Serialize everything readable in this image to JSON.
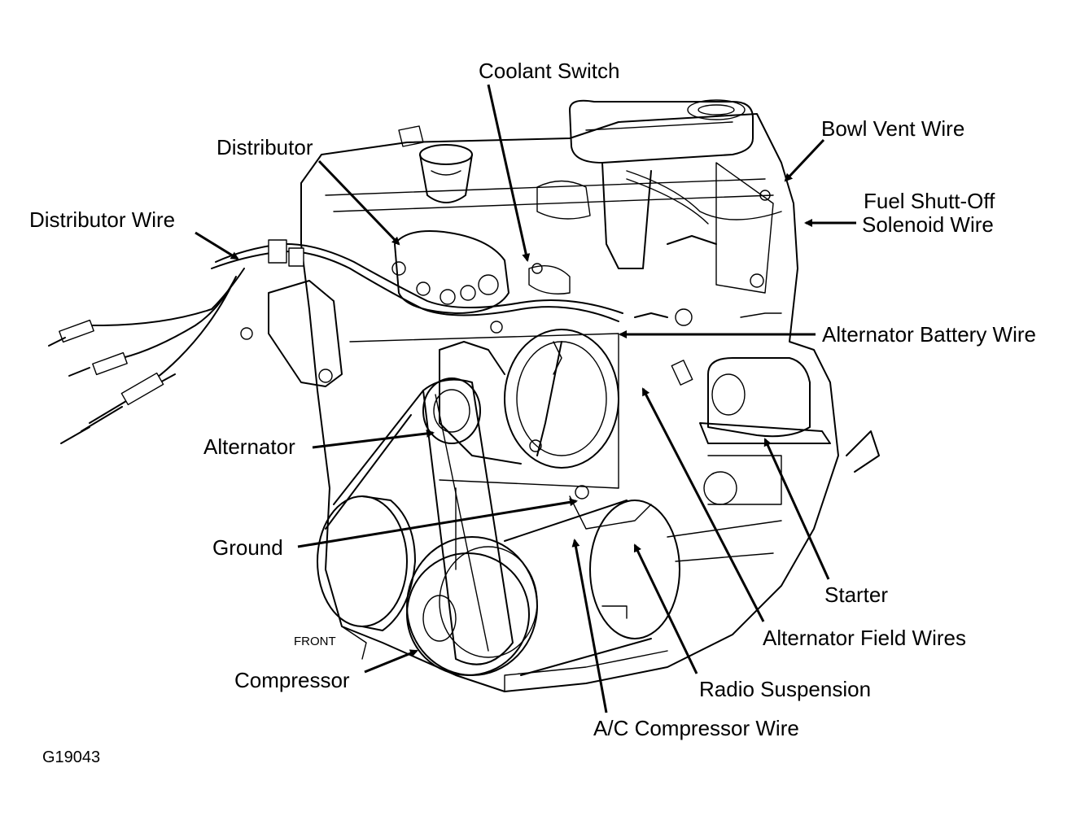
{
  "labels": {
    "coolant_switch": "Coolant Switch",
    "distributor": "Distributor",
    "bowl_vent_wire": "Bowl Vent Wire",
    "fuel_shutoff_line1": "Fuel Shutt-Off",
    "fuel_shutoff_line2": "Solenoid Wire",
    "distributor_wire": "Distributor Wire",
    "alternator_battery_wire": "Alternator Battery Wire",
    "alternator": "Alternator",
    "ground": "Ground",
    "starter": "Starter",
    "alternator_field_wires": "Alternator Field Wires",
    "compressor": "Compressor",
    "radio_suspension": "Radio Suspension",
    "ac_compressor_wire": "A/C Compressor Wire",
    "front": "FRONT"
  },
  "figure_code": "G19043",
  "colors": {
    "ink": "#000000",
    "paper": "#ffffff"
  }
}
